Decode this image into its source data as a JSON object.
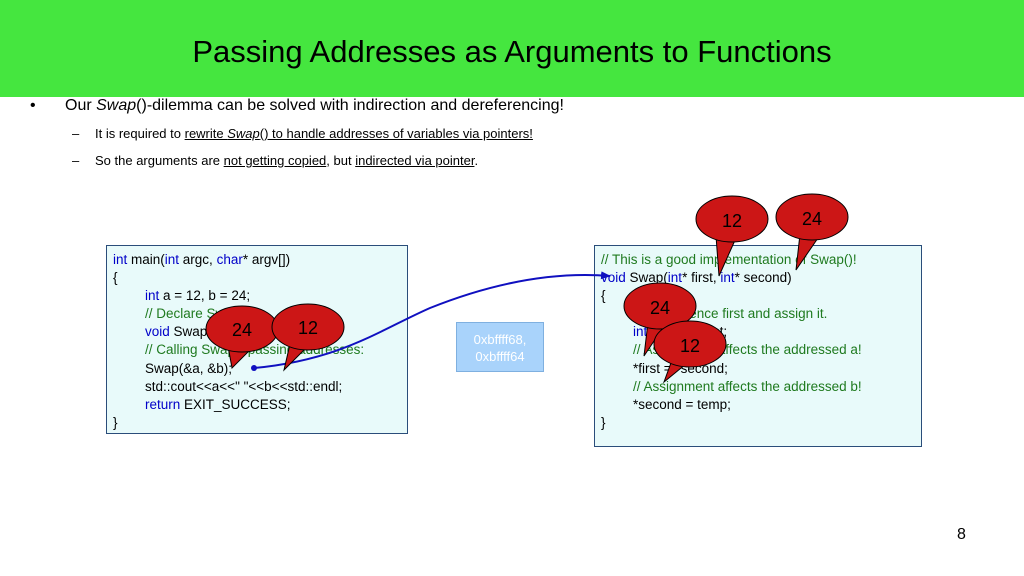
{
  "slide": {
    "title": "Passing Addresses as Arguments to Functions",
    "page_number": "8"
  },
  "bullets": {
    "main": {
      "marker": "•",
      "pre": "Our ",
      "italic": "Swap",
      "post": "()-dilemma can be solved with indirection and dereferencing!"
    },
    "sub1": {
      "marker": "–",
      "pre": "It is required to ",
      "u1": "rewrite ",
      "u_italic": "Swap",
      "u2": "() to handle addresses of variables via pointers!"
    },
    "sub2": {
      "marker": "–",
      "pre": "So the arguments are ",
      "u1": "not getting copied",
      "mid": ", but ",
      "u2": "indirected via pointer",
      "post": "."
    }
  },
  "main_code": {
    "l1_kw1": "int",
    "l1_a": " main(",
    "l1_kw2": "int",
    "l1_b": " argc, ",
    "l1_kw3": "char",
    "l1_c": "* argv[])",
    "l2": "{",
    "l3_kw": "int",
    "l3_rest": " a = 12, b = 24;",
    "l4": "// Declare Swap():",
    "l5_kw": "void",
    "l5_rest": " Swap(int* first, int* second);",
    "l6": "// Calling Swap() passing addresses:",
    "l7": "Swap(&a, &b);",
    "l8": "std::cout<<a<<\" \"<<b<<std::endl;",
    "l9_kw": "return",
    "l9_rest": " EXIT_SUCCESS;",
    "l10": "}"
  },
  "swap_code": {
    "l1": "// This is a good implementation of Swap()!",
    "l2_kw1": "void",
    "l2_a": " Swap(",
    "l2_kw2": "int",
    "l2_b": "* first, ",
    "l2_kw3": "int",
    "l2_c": "* second)",
    "l3": "{",
    "l4": "// Dereference first and assign it.",
    "l5_kw": "int",
    "l5_rest": " temp = *first;",
    "l6": "// Assignment affects the addressed a!",
    "l7": "*first = *second;",
    "l8": "// Assignment affects the addressed b!",
    "l9": "*second = temp;",
    "l10": "}"
  },
  "address_box": {
    "line1": "0xbffff68,",
    "line2": "0xbffff64"
  },
  "bubbles": {
    "main_a": "24",
    "main_b": "12",
    "swap_first_top": "12",
    "swap_second_top": "24",
    "swap_first_mid": "24",
    "swap_second_mid": "12"
  },
  "colors": {
    "header": "#45e63f",
    "bubble": "#cc1616",
    "code_bg": "#e8fafa",
    "keyword": "#0000c8",
    "comment": "#1f7a1f",
    "arrow": "#1010c0",
    "address_box": "#a9d3fb"
  }
}
